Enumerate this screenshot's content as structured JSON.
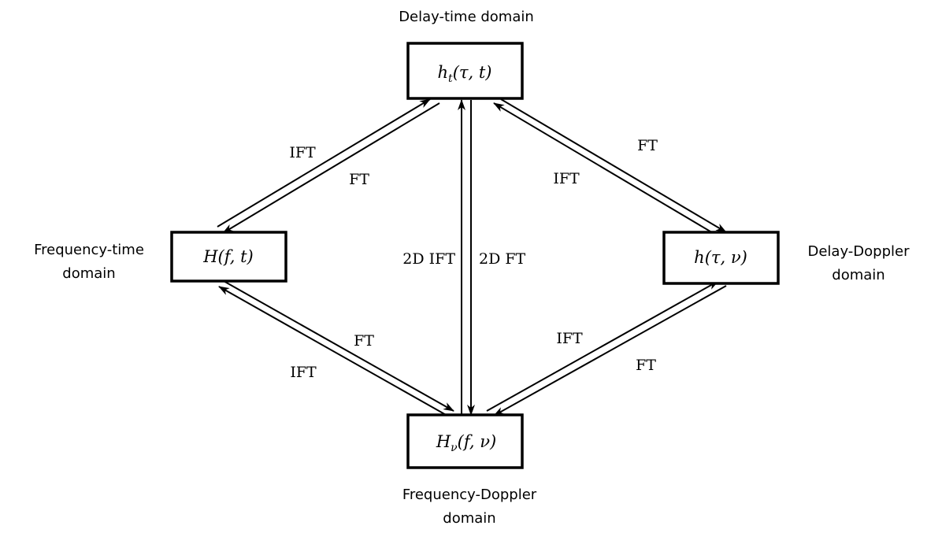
{
  "domains": {
    "top": [
      "Delay-time domain"
    ],
    "left": [
      "Frequency-time",
      "domain"
    ],
    "right": [
      "Delay-Doppler",
      "domain"
    ],
    "bottom": [
      "Frequency-Doppler",
      "domain"
    ]
  },
  "nodes": {
    "top": {
      "main": "h",
      "sub": "t",
      "args": "(τ, t)"
    },
    "left": {
      "main": "H(f, t)"
    },
    "right": {
      "main": "h(τ, ν)"
    },
    "bottom": {
      "main": "H",
      "sub": "ν",
      "args": "(f, ν)"
    }
  },
  "edge_labels": {
    "top_left_ift": "IFT",
    "top_left_ft": "FT",
    "top_right_ft": "FT",
    "top_right_ift": "IFT",
    "center_ift": "2D IFT",
    "center_ft": "2D FT",
    "bottom_left_ft": "FT",
    "bottom_left_ift": "IFT",
    "bottom_right_ift": "IFT",
    "bottom_right_ft": "FT"
  }
}
